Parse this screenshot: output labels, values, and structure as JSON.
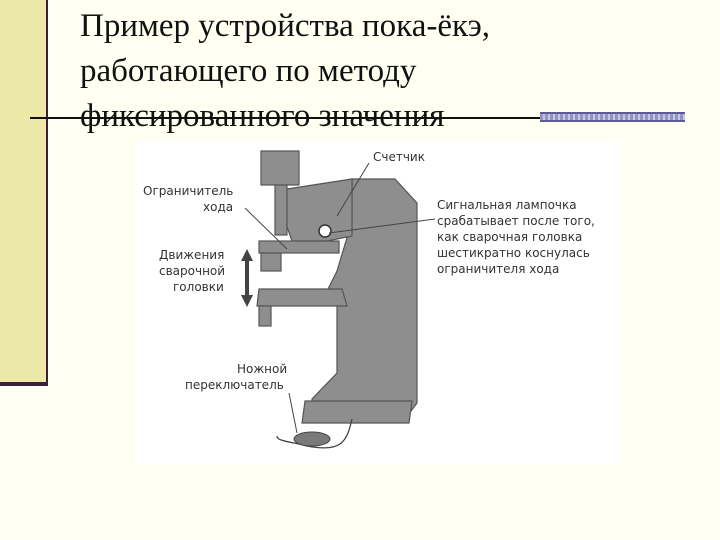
{
  "slide": {
    "title_lines": [
      "Пример устройства пока-ёкэ,",
      "работающего по методу",
      "фиксированного значения"
    ]
  },
  "diagram": {
    "labels": {
      "counter": "Счетчик",
      "stroke_limiter": [
        "Ограничитель",
        "хода"
      ],
      "head_motion": [
        "Движения",
        "сварочной",
        "головки"
      ],
      "foot_switch": [
        "Ножной",
        "переключатель"
      ],
      "signal_lamp": [
        "Сигнальная лампочка",
        "срабатывает после того,",
        "как сварочная головка",
        "шестикратно коснулась",
        "ограничителя хода"
      ]
    }
  },
  "colors": {
    "background": "#fffff2",
    "side_strip": "#ebe8a8",
    "accent_dark": "#3a1e3c",
    "rule_bar": "#9494c4",
    "machine_gray": "#8a8a8a"
  }
}
